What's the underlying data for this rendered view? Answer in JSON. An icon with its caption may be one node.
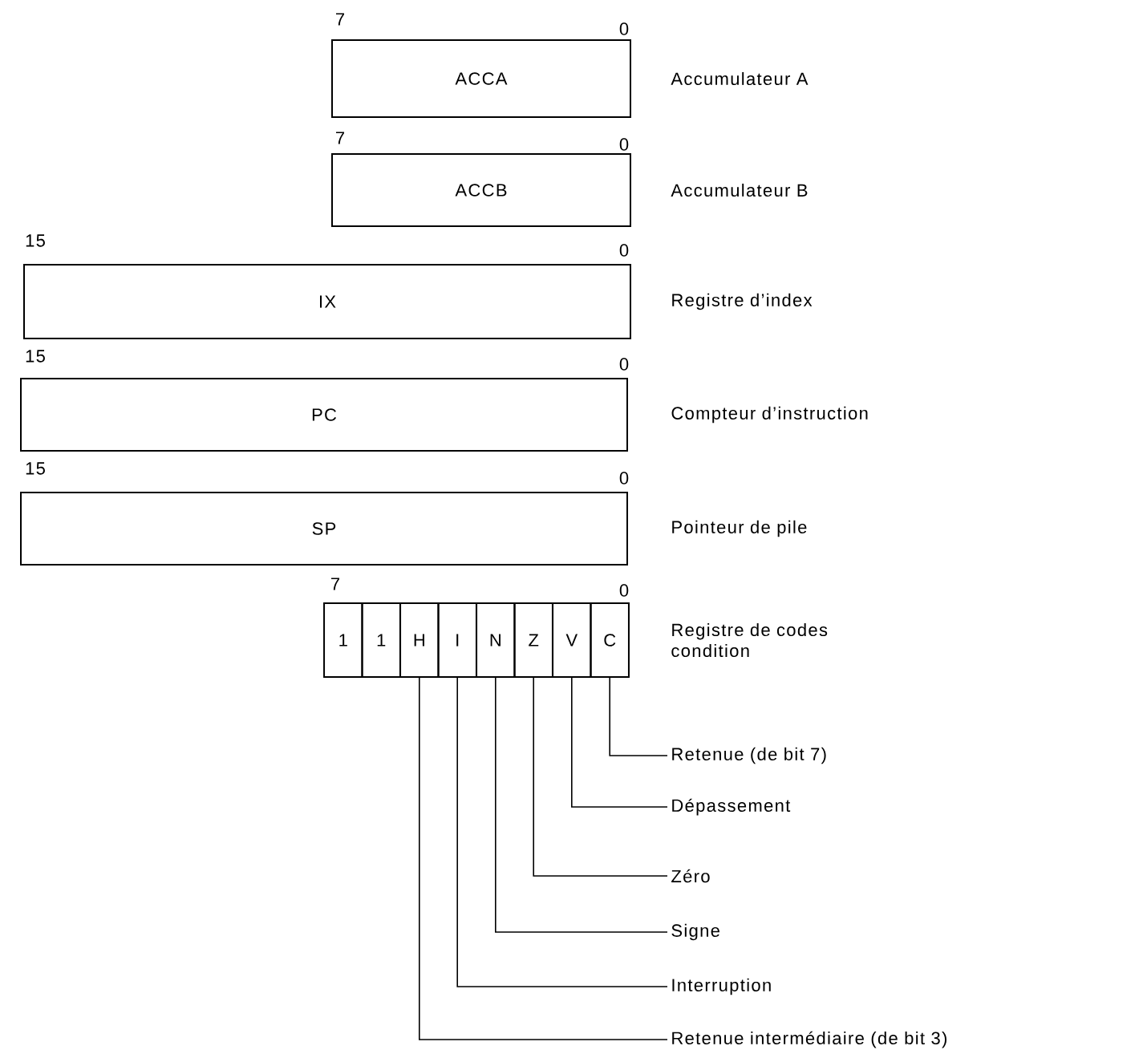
{
  "diagram": {
    "nodes": [
      {
        "text": [
          "ACCA"
        ],
        "beside": [
          "Accumulateur A"
        ]
      },
      {
        "text": [
          "ACCB"
        ],
        "beside": [
          "Accumulateur B"
        ]
      },
      {
        "text": [
          "IX"
        ],
        "beside": [
          "Registre d’index"
        ]
      },
      {
        "text": [
          "PC"
        ],
        "beside": [
          "Compteur d’instruction"
        ]
      },
      {
        "text": [
          "SP"
        ],
        "beside": [
          "Pointeur de pile"
        ]
      },
      {
        "text": [
          "1"
        ]
      },
      {
        "text": [
          "1"
        ]
      },
      {
        "text": [
          "H"
        ]
      },
      {
        "text": [
          "I"
        ]
      },
      {
        "text": [
          "N"
        ]
      },
      {
        "text": [
          "Z"
        ]
      },
      {
        "text": [
          "V"
        ]
      },
      {
        "text": [
          "C"
        ]
      },
      {
        "text": [
          "Retenue (de bit 7)"
        ]
      },
      {
        "text": [
          "Dépassement"
        ]
      },
      {
        "text": [
          "Zéro"
        ]
      },
      {
        "text": [
          "Signe"
        ]
      },
      {
        "text": [
          "Interruption"
        ]
      },
      {
        "text": [
          "Retenue intermédiaire (de bit 3)"
        ]
      }
    ],
    "edges": [
      {
        "from": 13,
        "to": 12,
        "arrow": "none"
      },
      {
        "from": 14,
        "to": 11,
        "arrow": "none"
      },
      {
        "from": 15,
        "to": 10,
        "arrow": "none"
      },
      {
        "from": 16,
        "to": 9,
        "arrow": "none"
      },
      {
        "from": 17,
        "to": 8,
        "arrow": "none"
      },
      {
        "from": 18,
        "to": 7,
        "arrow": "none"
      }
    ],
    "labels": [
      "7",
      "0",
      "7",
      "0",
      "15",
      "0",
      "15",
      "0",
      "15",
      "0",
      "7",
      "0",
      "Registre de codes condition"
    ]
  }
}
